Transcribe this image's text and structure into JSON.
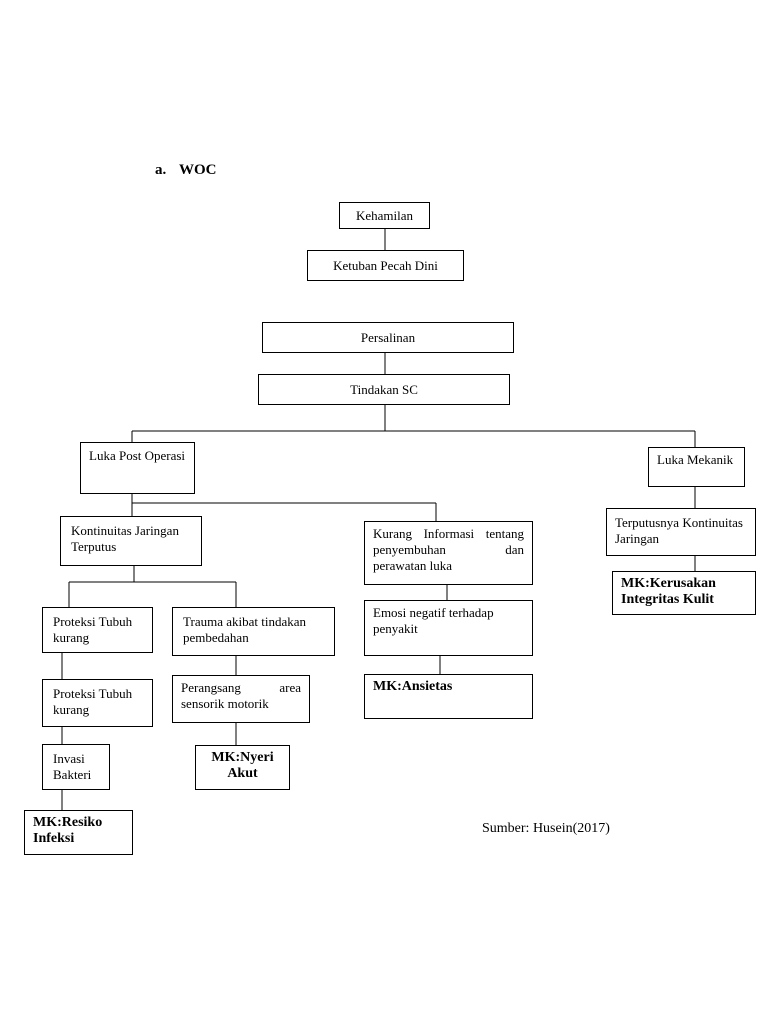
{
  "heading": {
    "marker": "a.",
    "title": "WOC"
  },
  "nodes": {
    "kehamilan": "Kehamilan",
    "ketuban": "Ketuban Pecah Dini",
    "persalinan": "Persalinan",
    "tindakan_sc": "Tindakan SC",
    "luka_post": "Luka                Post Operasi",
    "luka_mekanik": "Luka Mekanik",
    "kontinuitas": "Kontinuitas Jaringan Terputus",
    "kurang_informasi": "Kurang             Informasi tentang     penyembuhan dan perawatan luka",
    "emosi": "Emosi negatif terhadap penyakit",
    "mk_ansietas": "MK:Ansietas",
    "terputusnya": "Terputusnya Kontinuitas Jaringan",
    "mk_kerusakan": "MK:Kerusakan Integritas Kulit",
    "proteksi_1": "Proteksi Tubuh kurang",
    "trauma": "Trauma akibat tindakan pembedahan",
    "proteksi_2": "Proteksi Tubuh kurang",
    "perangsang": "Perangsang       area sensorik motorik",
    "invasi": "Invasi Bakteri",
    "mk_nyeri": "MK:Nyeri Akut",
    "mk_resiko": "MK:Resiko Infeksi"
  },
  "source": "Sumber: Husein(2017)"
}
